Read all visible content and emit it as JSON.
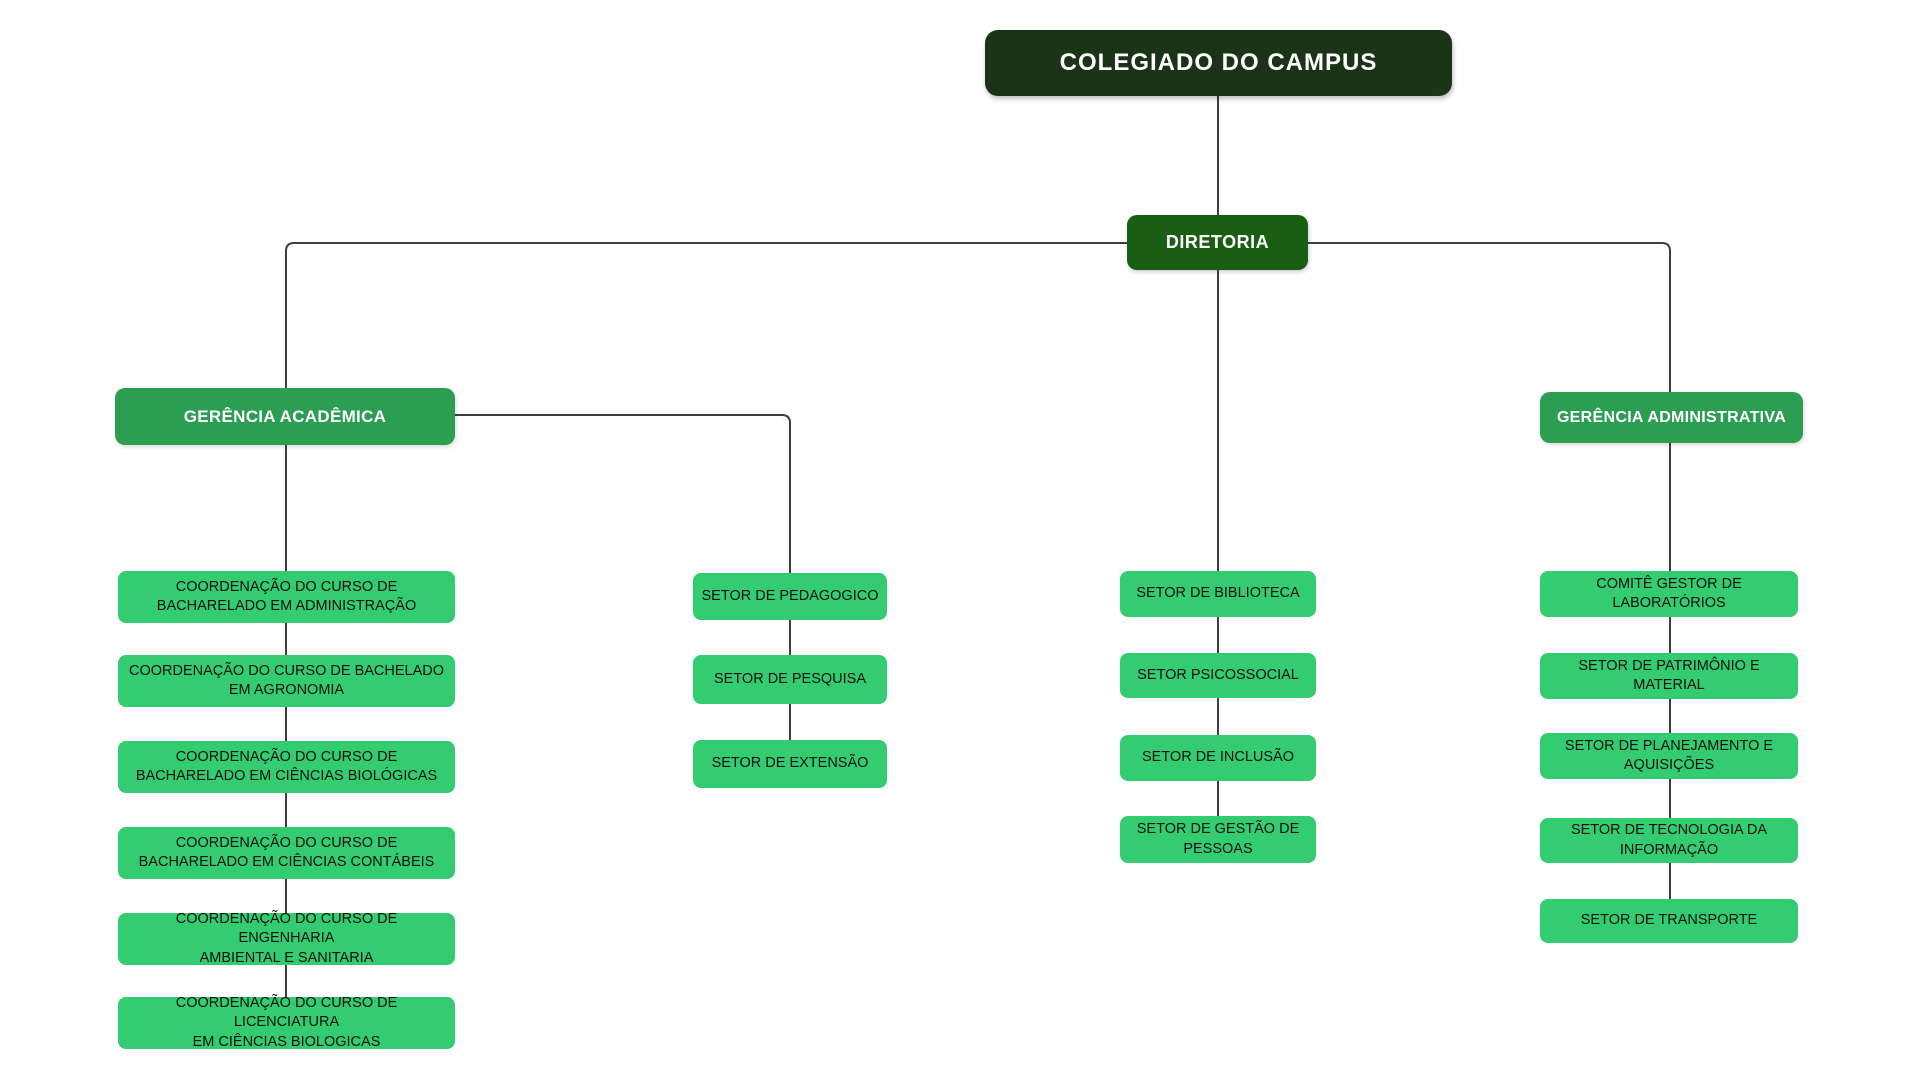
{
  "org_chart": {
    "colors": {
      "root_bg": "#1b3317",
      "diretoria_bg": "#1a5e13",
      "gerencia_bg": "#2b9e52",
      "setor_bg": "#33cc70",
      "connector_line": "#3f3f3f",
      "text_on_dark": "#ffffff",
      "text_on_light": "#111111",
      "background": "#ffffff"
    },
    "nodes": {
      "root": {
        "label": "COLEGIADO DO CAMPUS"
      },
      "diretoria": {
        "label": "DIRETORIA"
      },
      "gerencia_academica": {
        "label": "GERÊNCIA ACADÊMICA"
      },
      "gerencia_administrativa": {
        "label": "GERÊNCIA ADMINISTRATIVA"
      },
      "coordenacoes": [
        "COORDENAÇÃO DO CURSO DE\nBACHARELADO EM ADMINISTRAÇÃO",
        "COORDENAÇÃO DO CURSO DE BACHELADO\nEM AGRONOMIA",
        "COORDENAÇÃO DO CURSO DE\nBACHARELADO EM CIÊNCIAS BIOLÓGICAS",
        "COORDENAÇÃO DO CURSO DE\nBACHARELADO EM CIÊNCIAS CONTÁBEIS",
        "COORDENAÇÃO DO CURSO DE ENGENHARIA\nAMBIENTAL E SANITARIA",
        "COORDENAÇÃO DO CURSO DE LICENCIATURA\nEM CIÊNCIAS BIOLOGICAS"
      ],
      "setores_academicos": [
        "SETOR DE PEDAGOGICO",
        "SETOR DE PESQUISA",
        "SETOR DE EXTENSÃO"
      ],
      "setores_diretoria": [
        "SETOR DE BIBLIOTECA",
        "SETOR PSICOSSOCIAL",
        "SETOR DE INCLUSÃO",
        "SETOR DE GESTÃO DE\nPESSOAS"
      ],
      "setores_administrativos": [
        "COMITÊ GESTOR DE\nLABORATÓRIOS",
        "SETOR DE PATRIMÔNIO E\nMATERIAL",
        "SETOR DE PLANEJAMENTO E\nAQUISIÇÕES",
        "SETOR DE TECNOLOGIA DA\nINFORMAÇÃO",
        "SETOR DE TRANSPORTE"
      ]
    }
  }
}
